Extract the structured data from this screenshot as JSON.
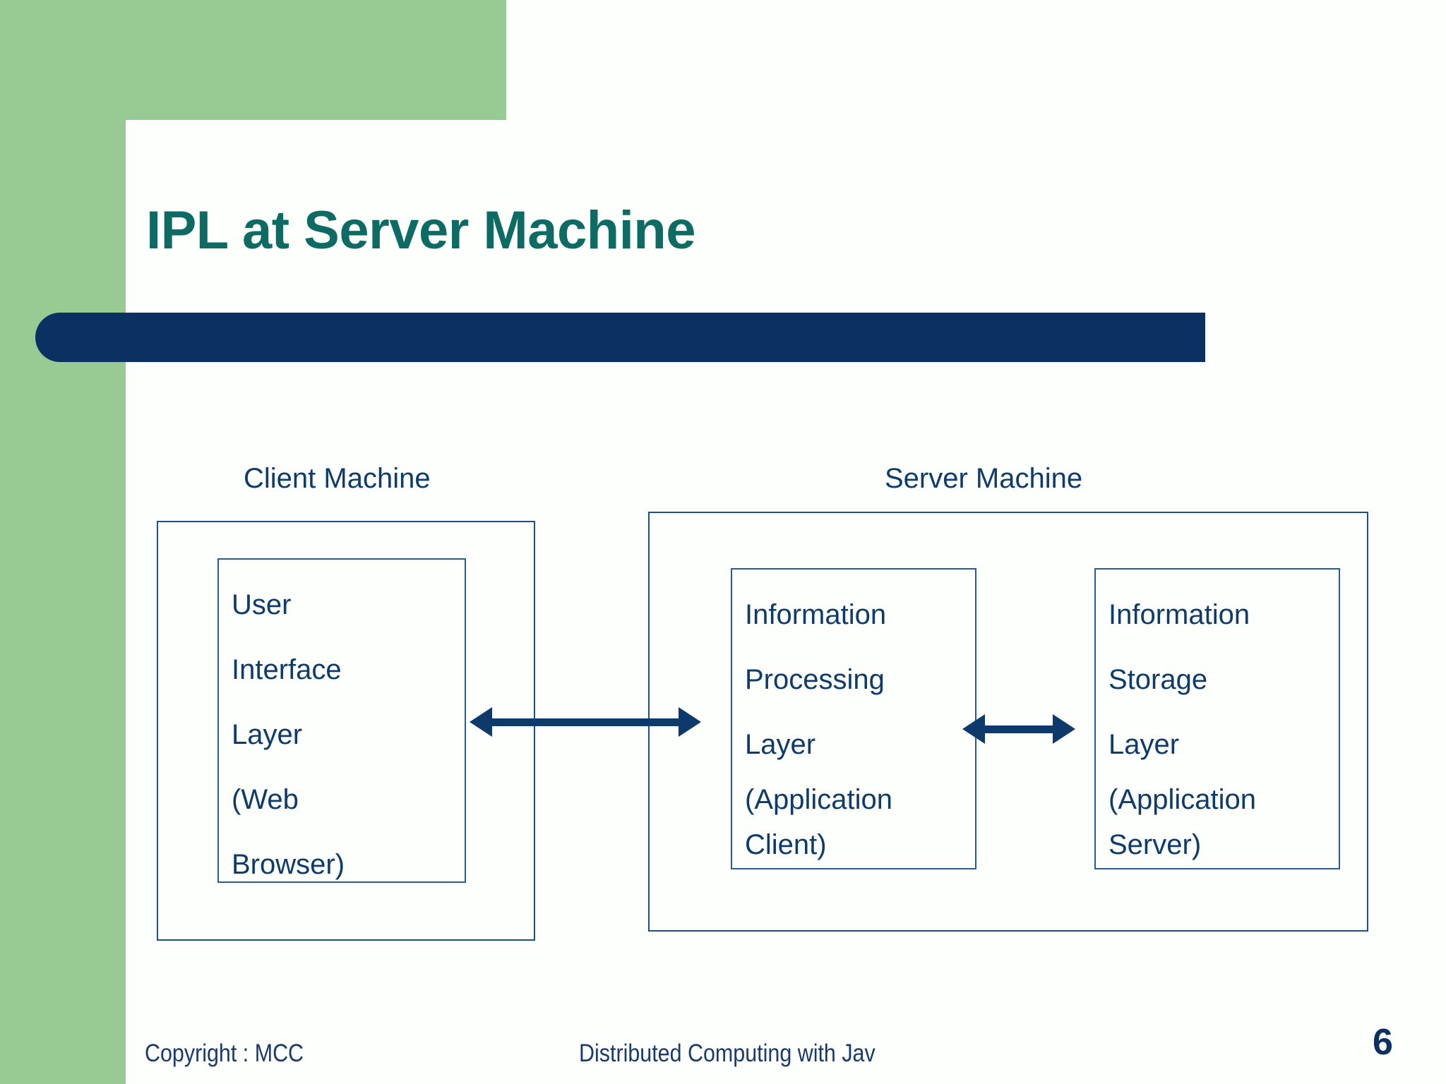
{
  "slide": {
    "title": "IPL at Server Machine",
    "page_number": "6",
    "colors": {
      "accent_green": "#97cb93",
      "title_teal": "#0d6b63",
      "bar_navy": "#0a3161",
      "diagram_navy": "#0f3b6b",
      "background": "#fdfffc"
    }
  },
  "diagram": {
    "client": {
      "label": "Client Machine",
      "inner_box": {
        "name": "user-interface-layer",
        "lines": [
          "User",
          "Interface",
          "Layer",
          "(Web",
          "Browser)"
        ]
      }
    },
    "server": {
      "label": "Server Machine",
      "inner_boxes": [
        {
          "name": "information-processing-layer",
          "lines": [
            "Information",
            "Processing",
            "Layer",
            "(Application",
            "Client)"
          ]
        },
        {
          "name": "information-storage-layer",
          "lines": [
            "Information",
            "Storage",
            "Layer",
            "(Application",
            "Server)"
          ]
        }
      ]
    },
    "connectors": [
      {
        "name": "client-to-processing-arrow",
        "type": "double-headed-arrow"
      },
      {
        "name": "processing-to-storage-arrow",
        "type": "double-headed-arrow"
      }
    ]
  },
  "footer": {
    "copyright": "Copyright : MCC",
    "center": "Distributed Computing with Jav"
  }
}
